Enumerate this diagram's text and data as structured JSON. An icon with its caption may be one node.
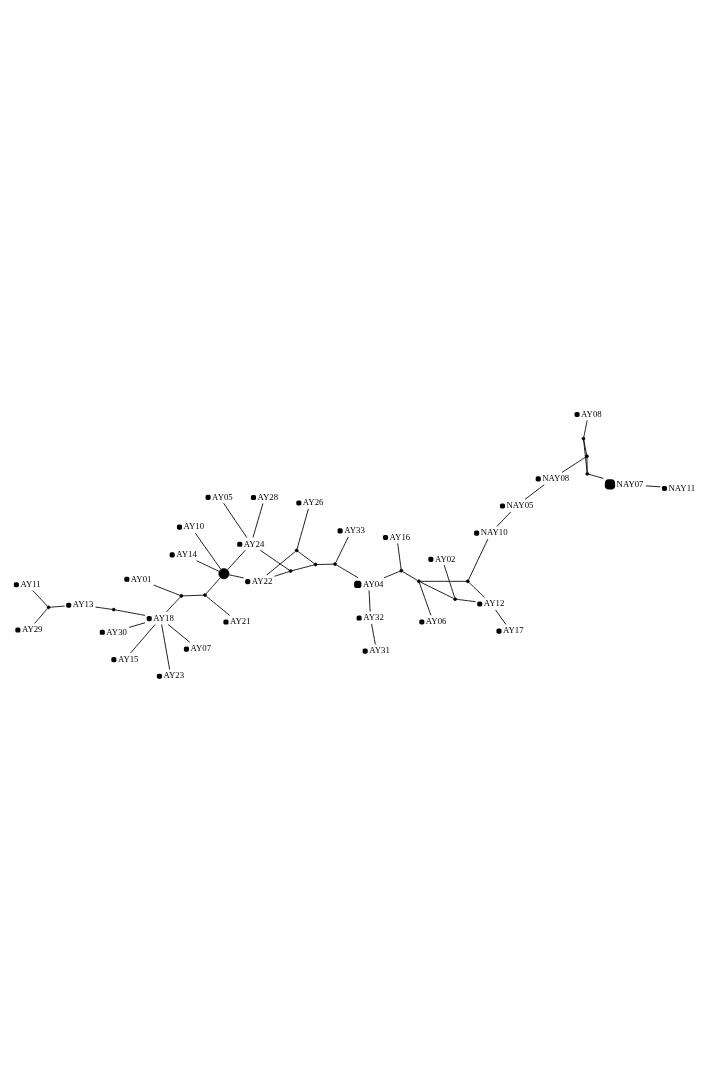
{
  "diagram": {
    "nodes": [
      {
        "text": [
          "NAY11"
        ]
      },
      {
        "text": [
          "NAY07"
        ]
      },
      {
        "text": [],
        "shape": "circle"
      },
      {
        "text": [],
        "shape": "circle"
      },
      {
        "text": [],
        "shape": "circle"
      },
      {
        "text": [
          "AY08"
        ]
      },
      {
        "text": [
          "NAY08"
        ]
      },
      {
        "text": [
          "NAY05"
        ]
      },
      {
        "text": [
          "NAY10"
        ]
      },
      {
        "text": [
          "AY17"
        ]
      },
      {
        "text": [
          "AY12"
        ]
      },
      {
        "text": [
          "AY02"
        ]
      },
      {
        "text": [],
        "shape": "circle"
      },
      {
        "text": [],
        "shape": "circle"
      },
      {
        "text": [
          "AY06"
        ]
      },
      {
        "text": [],
        "shape": "circle"
      },
      {
        "text": [],
        "shape": "circle"
      },
      {
        "text": [
          "AY16"
        ]
      },
      {
        "text": [
          "AY04"
        ]
      },
      {
        "text": [
          "AY32"
        ]
      },
      {
        "text": [
          "AY31"
        ]
      },
      {
        "text": [
          "AY33"
        ]
      },
      {
        "text": [],
        "shape": "circle"
      },
      {
        "text": [
          "AY26"
        ]
      },
      {
        "text": [],
        "shape": "circle"
      },
      {
        "text": [],
        "shape": "circle"
      },
      {
        "text": [],
        "shape": "circle"
      },
      {
        "text": [
          "AY22"
        ]
      },
      {
        "text": [
          "AY10"
        ]
      },
      {
        "text": [
          "AY28"
        ]
      },
      {
        "text": [
          "AY24"
        ]
      },
      {
        "text": [],
        "shape": "circle"
      },
      {
        "text": [
          "AY05"
        ]
      },
      {
        "text": [
          "AY14"
        ]
      },
      {
        "text": [],
        "shape": "circle"
      },
      {
        "text": [
          "AY01"
        ]
      },
      {
        "text": [
          "AY30"
        ]
      },
      {
        "text": [
          "AY07"
        ]
      },
      {
        "text": [
          "AY23"
        ]
      },
      {
        "text": [],
        "shape": "circle"
      },
      {
        "text": [
          "AY18"
        ]
      },
      {
        "text": [
          "AY15"
        ]
      },
      {
        "text": [
          "AY21"
        ]
      },
      {
        "text": [],
        "shape": "circle"
      },
      {
        "text": [
          "AY13"
        ]
      },
      {
        "text": [],
        "shape": "circle"
      },
      {
        "text": [
          "AY29"
        ]
      },
      {
        "text": [
          "AY11"
        ]
      }
    ],
    "edges": [
      {
        "from": 0,
        "to": 1,
        "arrow": "none"
      },
      {
        "from": 1,
        "to": 2,
        "arrow": "none"
      },
      {
        "from": 2,
        "to": 3,
        "arrow": "none"
      },
      {
        "from": 2,
        "to": 4,
        "arrow": "none"
      },
      {
        "from": 3,
        "to": 4,
        "arrow": "none"
      },
      {
        "from": 4,
        "to": 5,
        "arrow": "none"
      },
      {
        "from": 3,
        "to": 6,
        "arrow": "none"
      },
      {
        "from": 6,
        "to": 7,
        "arrow": "none"
      },
      {
        "from": 7,
        "to": 8,
        "arrow": "none"
      },
      {
        "from": 8,
        "to": 13,
        "arrow": "none"
      },
      {
        "from": 9,
        "to": 10,
        "arrow": "none"
      },
      {
        "from": 10,
        "to": 12,
        "arrow": "none"
      },
      {
        "from": 10,
        "to": 13,
        "arrow": "none"
      },
      {
        "from": 11,
        "to": 12,
        "arrow": "none"
      },
      {
        "from": 12,
        "to": 15,
        "arrow": "none"
      },
      {
        "from": 13,
        "to": 15,
        "arrow": "none"
      },
      {
        "from": 14,
        "to": 15,
        "arrow": "none"
      },
      {
        "from": 15,
        "to": 16,
        "arrow": "none"
      },
      {
        "from": 16,
        "to": 17,
        "arrow": "none"
      },
      {
        "from": 16,
        "to": 18,
        "arrow": "none"
      },
      {
        "from": 18,
        "to": 19,
        "arrow": "none"
      },
      {
        "from": 19,
        "to": 20,
        "arrow": "none"
      },
      {
        "from": 18,
        "to": 22,
        "arrow": "none"
      },
      {
        "from": 21,
        "to": 22,
        "arrow": "none"
      },
      {
        "from": 22,
        "to": 24,
        "arrow": "none"
      },
      {
        "from": 24,
        "to": 25,
        "arrow": "none"
      },
      {
        "from": 23,
        "to": 25,
        "arrow": "none"
      },
      {
        "from": 24,
        "to": 26,
        "arrow": "none"
      },
      {
        "from": 25,
        "to": 27,
        "arrow": "none"
      },
      {
        "from": 26,
        "to": 27,
        "arrow": "none"
      },
      {
        "from": 26,
        "to": 30,
        "arrow": "none"
      },
      {
        "from": 29,
        "to": 30,
        "arrow": "none"
      },
      {
        "from": 30,
        "to": 32,
        "arrow": "none"
      },
      {
        "from": 30,
        "to": 31,
        "arrow": "none"
      },
      {
        "from": 27,
        "to": 31,
        "arrow": "none"
      },
      {
        "from": 28,
        "to": 31,
        "arrow": "none"
      },
      {
        "from": 31,
        "to": 33,
        "arrow": "none"
      },
      {
        "from": 31,
        "to": 34,
        "arrow": "none"
      },
      {
        "from": 34,
        "to": 42,
        "arrow": "none"
      },
      {
        "from": 34,
        "to": 39,
        "arrow": "none"
      },
      {
        "from": 35,
        "to": 39,
        "arrow": "none"
      },
      {
        "from": 39,
        "to": 40,
        "arrow": "none"
      },
      {
        "from": 36,
        "to": 40,
        "arrow": "none"
      },
      {
        "from": 37,
        "to": 40,
        "arrow": "none"
      },
      {
        "from": 38,
        "to": 40,
        "arrow": "none"
      },
      {
        "from": 40,
        "to": 41,
        "arrow": "none"
      },
      {
        "from": 40,
        "to": 43,
        "arrow": "none"
      },
      {
        "from": 43,
        "to": 44,
        "arrow": "none"
      },
      {
        "from": 44,
        "to": 45,
        "arrow": "none"
      },
      {
        "from": 45,
        "to": 46,
        "arrow": "none"
      },
      {
        "from": 45,
        "to": 47,
        "arrow": "none"
      }
    ]
  }
}
